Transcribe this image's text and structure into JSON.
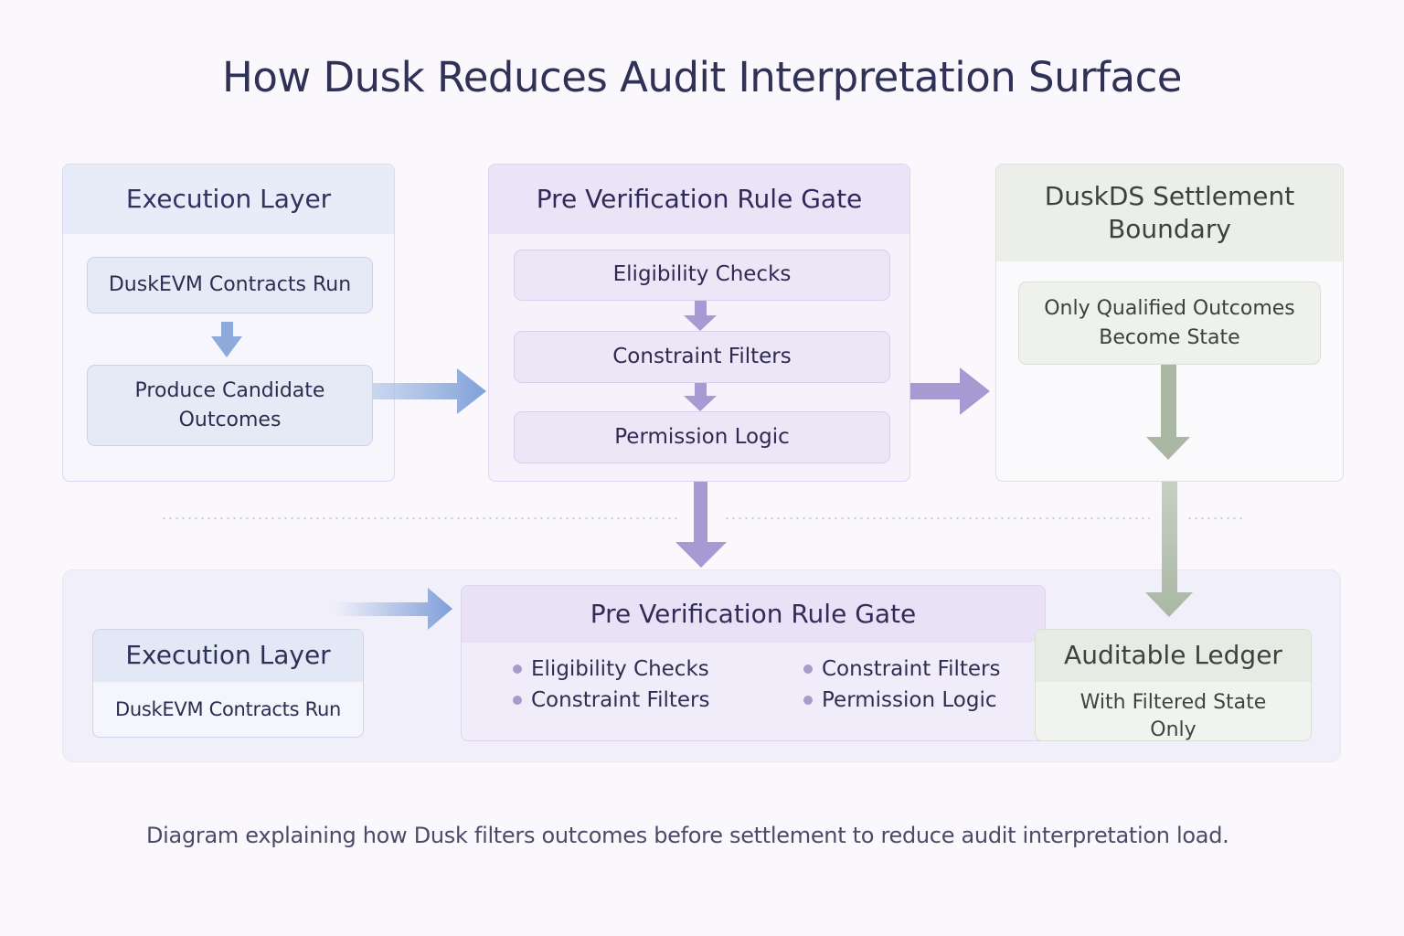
{
  "title": "How Dusk Reduces Audit Interpretation Surface",
  "caption": "Diagram explaining how Dusk filters outcomes before settlement to reduce audit interpretation load.",
  "colors": {
    "execution_accent": "#7f9fd8",
    "gate_accent": "#a69ad2",
    "settlement_accent": "#a9b7a3",
    "title_text": "#2f3157"
  },
  "top_row": {
    "execution_layer": {
      "title": "Execution Layer",
      "steps": [
        "DuskEVM Contracts Run",
        "Produce Candidate Outcomes"
      ]
    },
    "rule_gate": {
      "title": "Pre Verification Rule Gate",
      "steps": [
        "Eligibility Checks",
        "Constraint Filters",
        "Permission Logic"
      ]
    },
    "settlement": {
      "title": "DuskDS Settlement Boundary",
      "steps": [
        "Only Qualified Outcomes Become State"
      ]
    }
  },
  "bottom_row": {
    "execution_layer": {
      "title": "Execution Layer",
      "subtitle": "DuskEVM Contracts Run"
    },
    "rule_gate": {
      "title": "Pre Verification Rule Gate",
      "bullets": [
        "Eligibility Checks",
        "Constraint Filters",
        "Constraint Filters",
        "Permission Logic"
      ]
    },
    "ledger": {
      "title": "Auditable Ledger",
      "subtitle": "With Filtered State Only"
    }
  }
}
